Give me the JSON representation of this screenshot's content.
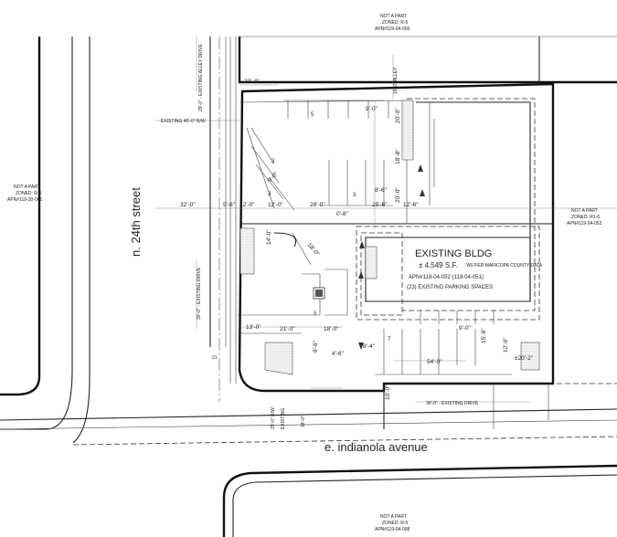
{
  "streets": {
    "north_south": "n. 24th street",
    "east_west": "e. indianola avenue"
  },
  "building": {
    "title": "EXISTING BLDG",
    "area": "± 4,549 S.F.",
    "area_note": "*AS PER MARICOPA COUNTY DATA",
    "apn": "APN#119-04-052 (119-04-051)",
    "parking": "(23) EXISTING PARKING SPACES"
  },
  "parcels": {
    "north": [
      "NOT A PART",
      "ZONED: R-5",
      "APN#119-04-050"
    ],
    "west": [
      "NOT A PART",
      "ZONED: R-5",
      "APN#119-20-061"
    ],
    "east": [
      "NOT A PART",
      "ZONED: R1-6",
      "APN#119-04-053"
    ],
    "south": [
      "NOT A PART",
      "ZONED: R-5",
      "APN#119-04-098"
    ]
  },
  "labels": {
    "alley_drive": "29'-0\" - EXISTING ALLEY DRIVE",
    "alley_north": "16'-0\" ALLEY",
    "rw_north": "EXISTING 40'-0\" R/W",
    "drive_west": "30'-0\" - EXISTING DRIVE",
    "drive_south": "39'-0\" - EXISTING DRIVE",
    "rw_south": "25'-0\" R/W",
    "existing_south": "EXISTING",
    "rw_south_2": "18'-0\""
  },
  "dimensions": {
    "d1": "23'-4\"",
    "d2": "32'-0\"",
    "d3": "5'-6\"",
    "d4": "12'-0\"",
    "d5": "12'-0\"",
    "d6": "28'-0\"",
    "d7": "0'-8\"",
    "d8": "25'-6\"",
    "d9": "12'-6\"",
    "d10": "9'-0\"",
    "d11": "20'-0\"",
    "d12": "18'-8\"",
    "d13": "8'-6\"",
    "d14": "20'-0\"",
    "d15": "9'-0\"",
    "d16": "18'-0\"",
    "d17": "21'-0\"",
    "d18": "18'-0\"",
    "d19": "13'-0\"",
    "d20": "4'-6\"",
    "d21": "8'-4\"",
    "d22": "8'-6\"",
    "d23": "9'-0\"",
    "d24": "15'-6\"",
    "d25": "54'-0\"",
    "d26": "12'-6\"",
    "d27": "±20'-2\"",
    "d28": "10'-0\"",
    "d29": "14'-0\""
  },
  "stall_counts": {
    "a": "5",
    "b": "3",
    "c": "3",
    "d": "3",
    "e": "5",
    "f": "7"
  },
  "misc": {
    "small_mark": "21"
  }
}
